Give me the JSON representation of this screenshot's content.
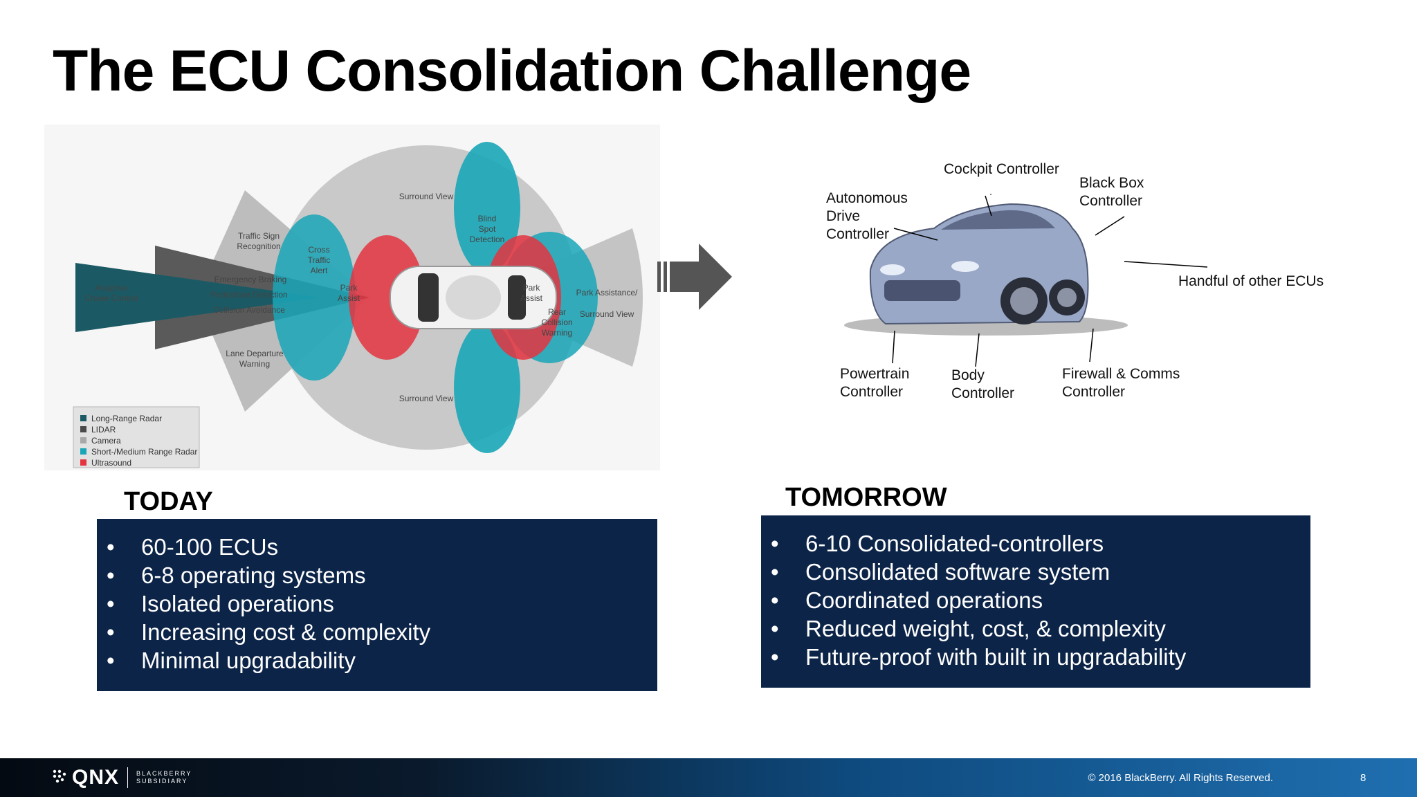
{
  "title": "The ECU Consolidation Challenge",
  "diagram": {
    "zones": {
      "adaptive": "Adaptive\nCruise Control",
      "traffic_sign": "Traffic Sign\nRecognition",
      "emergency": "Emergency Braking",
      "pedestrian": "Pedestrian Detection",
      "collision": "Collision Avoidance",
      "lane": "Lane Departure\nWarning",
      "cross_traffic": "Cross\nTraffic\nAlert",
      "surround_top": "Surround View",
      "surround_bottom": "Surround View",
      "surround_right": "Surround View",
      "blind_spot": "Blind\nSpot\nDetection",
      "park_front": "Park\nAssist",
      "park_rear": "Park\nAssist",
      "rear_collision": "Rear\nCollision\nWarning",
      "park_assistance": "Park Assistance/"
    },
    "legend": [
      {
        "label": "Long-Range Radar",
        "color": "#1b5a64"
      },
      {
        "label": "LIDAR",
        "color": "#4a4a4a"
      },
      {
        "label": "Camera",
        "color": "#a8a8a8"
      },
      {
        "label": "Short-/Medium Range Radar",
        "color": "#1aa6b7"
      },
      {
        "label": "Ultrasound",
        "color": "#e4343f"
      }
    ]
  },
  "car_labels": {
    "cockpit": "Cockpit Controller",
    "black_box": "Black Box\nController",
    "autonomous": "Autonomous\nDrive\nController",
    "handful": "Handful of other ECUs",
    "powertrain": "Powertrain\nController",
    "body": "Body\nController",
    "firewall": "Firewall & Comms\nController"
  },
  "today": {
    "heading": "TODAY",
    "items": [
      "60-100 ECUs",
      "6-8 operating systems",
      "Isolated operations",
      "Increasing cost & complexity",
      "Minimal upgradability"
    ]
  },
  "tomorrow": {
    "heading": "TOMORROW",
    "items": [
      "6-10 Consolidated-controllers",
      "Consolidated software system",
      "Coordinated operations",
      "Reduced weight, cost, & complexity",
      "Future-proof with built in upgradability"
    ]
  },
  "bullet": "•",
  "footer": {
    "logo": "QNX",
    "logo_sub": "BLACKBERRY\nSUBSIDIARY",
    "copyright": "© 2016 BlackBerry. All Rights Reserved.",
    "page": "8"
  },
  "colors": {
    "box_bg": "#0c2448",
    "footer_dark": "#040a12",
    "footer_light": "#1f6fb0"
  }
}
